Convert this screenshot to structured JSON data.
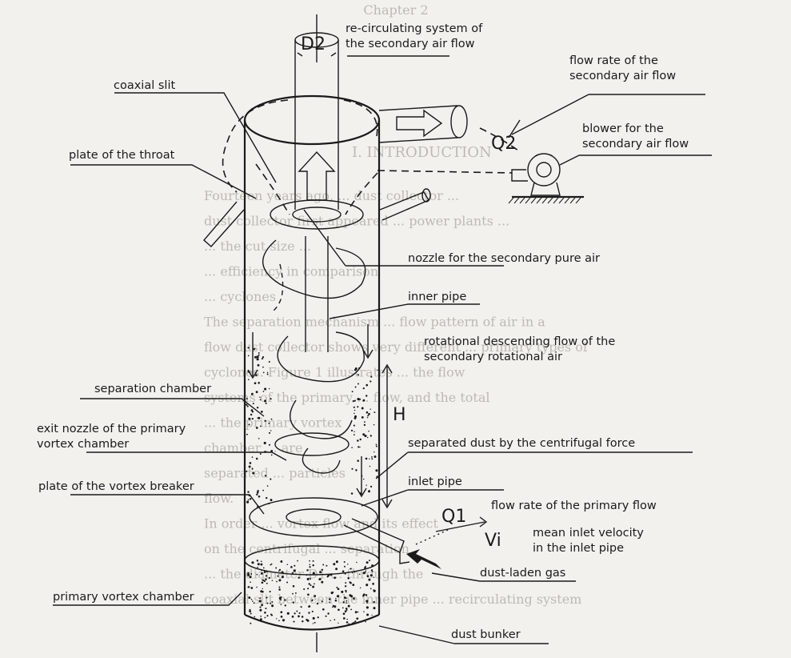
{
  "background_text": {
    "header": "Chapter 2",
    "section_heading": "I. INTRODUCTION",
    "body_lines": [
      "Fourteen years ago, ... dust collector ...",
      "dust collector first appeared ... power plants ...",
      "... the cut size ...",
      "... efficiency in comparison",
      "... cyclones",
      "The separation mechanism ... flow pattern of air in a",
      "flow dust collector shows very different ... primary types of",
      "cyclones. Figure 1 illustrates ... the flow",
      "systems of the primary ... flow, and the total",
      "... the primary vortex",
      "chamber ... are",
      "separated ... particles",
      "flow.",
      "In order ... vortex flow and its effect",
      "on the centrifugal ... separation",
      "... the diameter D1 ... through the",
      "coaxial slit between the inner pipe ... recirculating system"
    ]
  },
  "labels": {
    "recirc": "re-circulating system of\nthe secondary air flow",
    "flow_rate_secondary": "flow rate of the\nsecondary air flow",
    "coaxial_slit": "coaxial slit",
    "blower": "blower for the\nsecondary air flow",
    "plate_throat": "plate of the throat",
    "nozzle_secondary": "nozzle for the secondary pure air",
    "inner_pipe": "inner pipe",
    "rotational_flow": "rotational descending flow of the\nsecondary rotational air",
    "separation_chamber": "separation chamber",
    "exit_nozzle": "exit  nozzle of the primary\nvortex chamber",
    "separated_dust": "separated dust by the centrifugal force",
    "plate_vortex_breaker": "plate of the vortex breaker",
    "inlet_pipe": "inlet pipe",
    "flow_rate_primary": "flow rate of the primary flow",
    "mean_inlet_velocity": "mean inlet velocity\nin the inlet pipe",
    "dust_laden_gas": "dust-laden gas",
    "primary_vortex_chamber": "primary vortex chamber",
    "dust_bunker": "dust bunker"
  },
  "symbols": {
    "d2": "D2",
    "q2": "Q2",
    "h": "H",
    "q1": "Q1",
    "vi": "Vi"
  }
}
